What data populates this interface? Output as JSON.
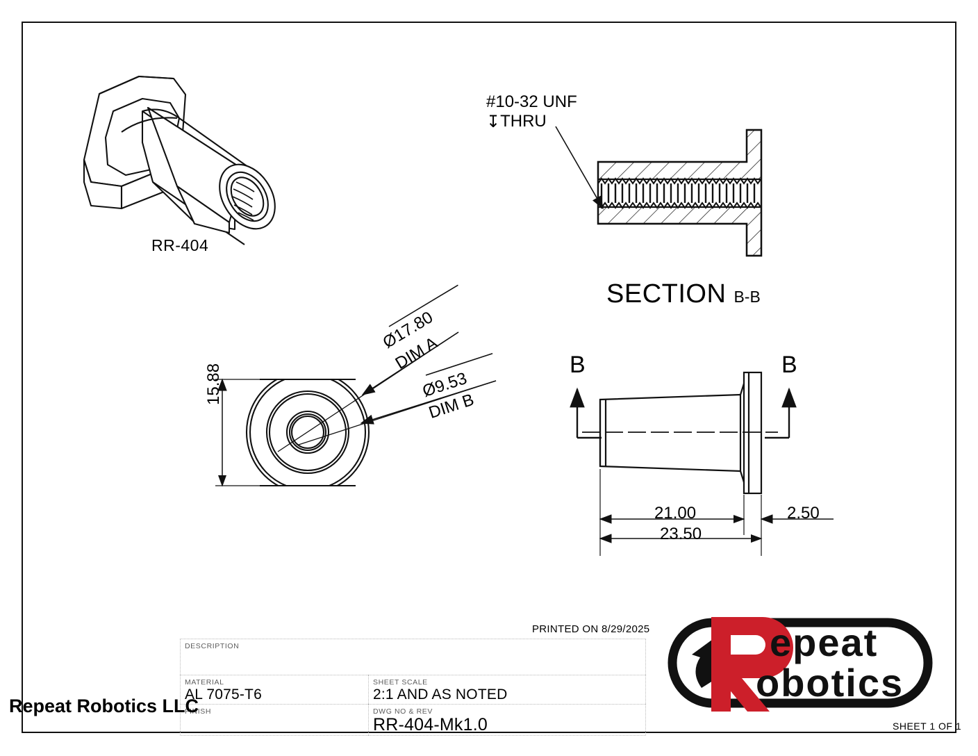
{
  "sheet": {
    "part_label": "RR-404",
    "printed_on": "PRINTED ON 8/29/2025",
    "sheet_count": "SHEET 1 OF 1",
    "company_name": "Repeat Robotics LLC"
  },
  "notes": {
    "thread_spec": "#10-32 UNF",
    "thread_depth_symbol": "↧",
    "thread_depth": "THRU"
  },
  "section_view": {
    "title": "SECTION",
    "subtitle": "B-B",
    "arrow_label_left": "B",
    "arrow_label_right": "B"
  },
  "dimensions": {
    "height": "15.88",
    "dim_a_value": "Ø17.80",
    "dim_a_name": "DIM A",
    "dim_b_value": "Ø9.53",
    "dim_b_name": "DIM B",
    "body_length": "21.00",
    "flange_thickness": "2.50",
    "overall_length": "23.50"
  },
  "title_block": {
    "description_label": "DESCRIPTION",
    "description_value": "",
    "material_label": "MATERIAL",
    "material_value": "AL 7075-T6",
    "sheet_scale_label": "SHEET SCALE",
    "sheet_scale_value": "2:1 AND AS NOTED",
    "finish_label": "FINISH",
    "finish_value": "",
    "dwg_no_label": "DWG  NO & REV",
    "dwg_no_value": "RR-404-Mk1.0"
  },
  "logo": {
    "line1": "epeat",
    "line2": "obotics",
    "letter": "R",
    "red": "#CC1F2A",
    "black": "#111111"
  },
  "colors": {
    "line": "#111111",
    "border": "#111111",
    "grid_dotted": "#b9b9b9",
    "label_gray": "#5c5c5c"
  }
}
